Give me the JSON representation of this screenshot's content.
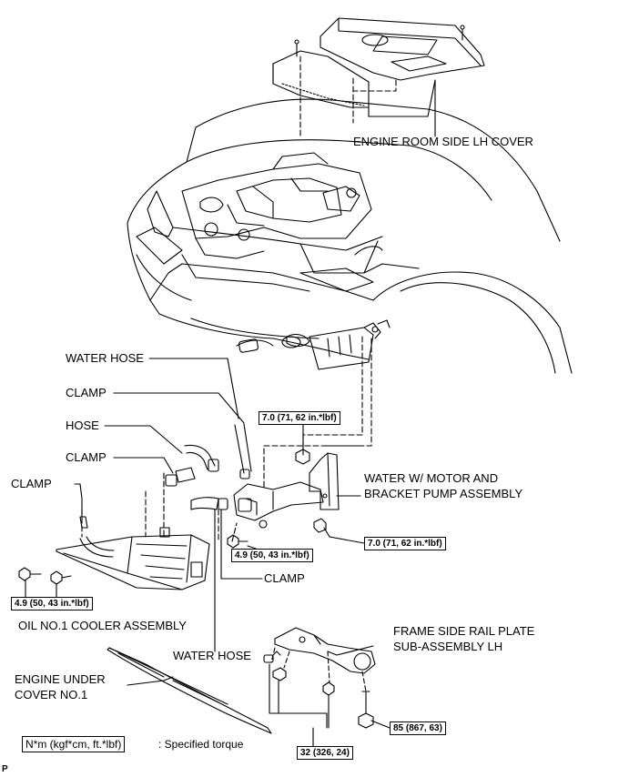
{
  "labels": {
    "engine_room_side_lh_cover": "ENGINE ROOM SIDE LH COVER",
    "water_hose_top": "WATER HOSE",
    "clamp_1": "CLAMP",
    "hose": "HOSE",
    "clamp_2": "CLAMP",
    "clamp_3": "CLAMP",
    "water_pump_line1": "WATER W/ MOTOR AND",
    "water_pump_line2": "BRACKET PUMP ASSEMBLY",
    "clamp_4": "CLAMP",
    "oil_cooler": "OIL NO.1 COOLER ASSEMBLY",
    "water_hose_bottom": "WATER HOSE",
    "frame_plate_line1": "FRAME SIDE RAIL PLATE",
    "frame_plate_line2": "SUB-ASSEMBLY LH",
    "engine_under_line1": "ENGINE UNDER",
    "engine_under_line2": "COVER NO.1"
  },
  "torques": {
    "t1": "7.0 (71, 62 in.*lbf)",
    "t2": "7.0 (71, 62 in.*lbf)",
    "t3": "4.9 (50, 43 in.*lbf)",
    "t4": "4.9 (50, 43 in.*lbf)",
    "t5": "85 (867, 63)",
    "t6": "32 (326, 24)"
  },
  "legend": {
    "unit": "N*m (kgf*cm, ft.*lbf)",
    "desc": ": Specified torque"
  },
  "corner_letter": "P"
}
